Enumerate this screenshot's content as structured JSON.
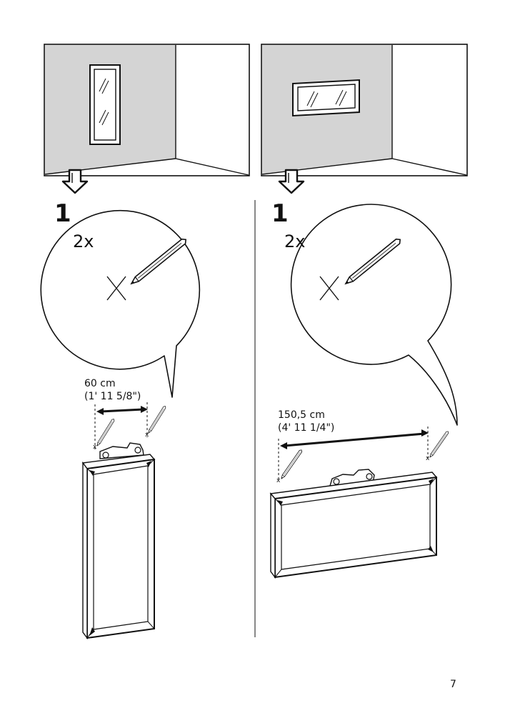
{
  "left_panel": {
    "step_number": "1",
    "quantity": "2x",
    "measurement": {
      "metric": "60 cm",
      "imperial": "(1' 11 5/8\")"
    }
  },
  "right_panel": {
    "step_number": "1",
    "quantity": "2x",
    "measurement": {
      "metric": "150,5 cm",
      "imperial": "(4' 11 1/4\")"
    }
  },
  "page_number": "7"
}
